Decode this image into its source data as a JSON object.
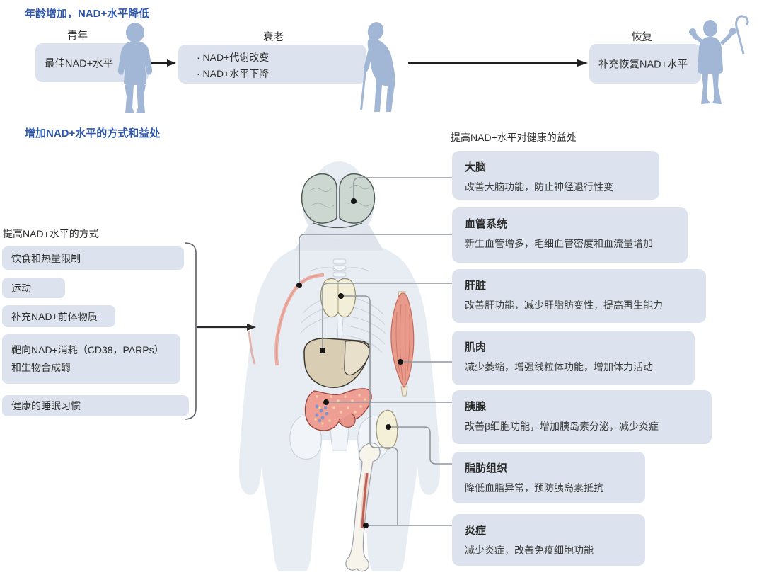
{
  "colors": {
    "accent_blue": "#2d56a9",
    "box_fill": "#dce3ee",
    "silhouette_blue": "#a2b7d6",
    "body_fill": "#e8ecf3",
    "connector_gray": "#8f969e",
    "arrow_black": "#1f1f1f",
    "muscle_red": "#e89a8b",
    "pancreas_pink": "#ee9e93",
    "liver_tan": "#d9cdb3",
    "bone_cream": "#f7f4ec"
  },
  "aging_flow": {
    "title": "年龄增加，NAD+水平降低",
    "stages": [
      {
        "label": "青年",
        "text": "最佳NAD+水平"
      },
      {
        "label": "衰老",
        "text": "· NAD+代谢改变\n· NAD+水平下降"
      },
      {
        "label": "恢复",
        "text": "补充恢复NAD+水平"
      }
    ]
  },
  "section2_title": "增加NAD+水平的方式和益处",
  "methods": {
    "title": "提高NAD+水平的方式",
    "items": [
      "饮食和热量限制",
      "运动",
      "补充NAD+前体物质",
      "靶向NAD+消耗（CD38，PARPs）\n和生物合成酶",
      "健康的睡眠习惯"
    ]
  },
  "benefits": {
    "title": "提高NAD+水平对健康的益处",
    "items": [
      {
        "organ": "大脑",
        "desc": "改善大脑功能，防止神经退行性变"
      },
      {
        "organ": "血管系统",
        "desc": "新生血管增多，毛细血管密度和血流量增加"
      },
      {
        "organ": "肝脏",
        "desc": "改善肝功能，减少肝脂肪变性，提高再生能力"
      },
      {
        "organ": "肌肉",
        "desc": "减少萎缩，增强线粒体功能，增加体力活动"
      },
      {
        "organ": "胰腺",
        "desc": "改善β细胞功能，增加胰岛素分泌，减少炎症"
      },
      {
        "organ": "脂肪组织",
        "desc": "降低血脂异常，预防胰岛素抵抗"
      },
      {
        "organ": "炎症",
        "desc": "减少炎症，改善免疫细胞功能"
      }
    ]
  },
  "icons": {
    "figures": [
      "young-man-icon",
      "elderly-man-cane-icon",
      "recovered-man-cane-icon"
    ],
    "organs": [
      "brain-icon",
      "blood-vessel-icon",
      "thymus-icon",
      "liver-icon",
      "muscle-icon",
      "pancreas-icon",
      "adipose-tissue-icon",
      "femur-bone-icon"
    ],
    "connectors": [
      "flow-arrow-icon",
      "methods-bracket-icon",
      "organ-pointer-dot"
    ]
  }
}
